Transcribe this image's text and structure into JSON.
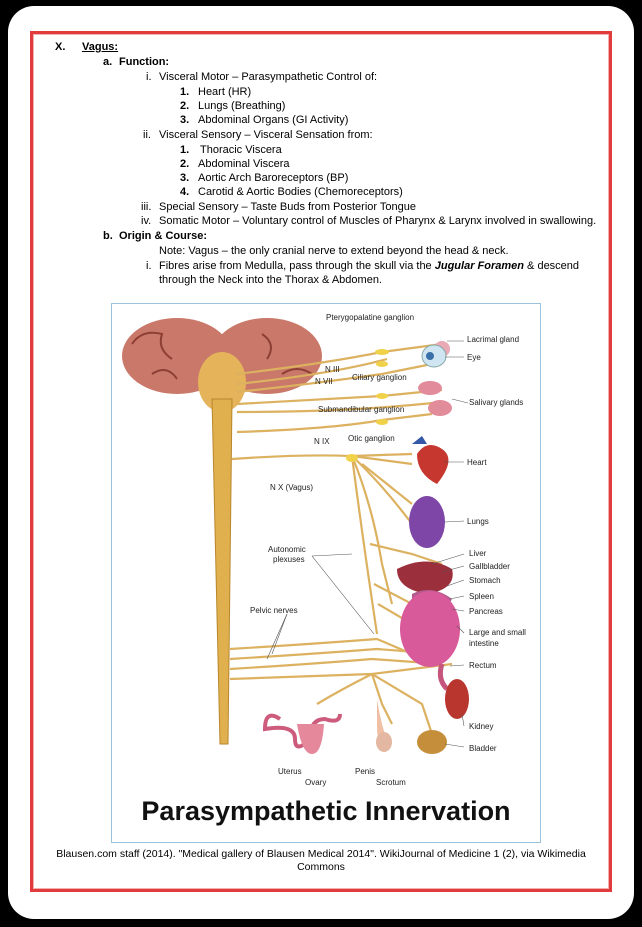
{
  "heading": {
    "num": "X.",
    "title": "Vagus:"
  },
  "function": {
    "label": "a.",
    "title": "Function:",
    "i": {
      "num": "i.",
      "text": "Visceral Motor – Parasympathetic Control of:",
      "items": [
        {
          "n": "1.",
          "t": "Heart (HR)"
        },
        {
          "n": "2.",
          "t": "Lungs (Breathing)"
        },
        {
          "n": "3.",
          "t": "Abdominal Organs (GI Activity)"
        }
      ]
    },
    "ii": {
      "num": "ii.",
      "text": "Visceral Sensory – Visceral Sensation from:",
      "items": [
        {
          "n": "1.",
          "t": "Thoracic Viscera"
        },
        {
          "n": "2.",
          "t": "Abdominal Viscera"
        },
        {
          "n": "3.",
          "t": "Aortic Arch Baroreceptors (BP)"
        },
        {
          "n": "4.",
          "t": "Carotid & Aortic Bodies (Chemoreceptors)"
        }
      ]
    },
    "iii": {
      "num": "iii.",
      "text": "Special Sensory – Taste Buds from Posterior Tongue"
    },
    "iv": {
      "num": "iv.",
      "text": "Somatic Motor – Voluntary control of Muscles of Pharynx & Larynx involved in swallowing."
    }
  },
  "origin": {
    "label": "b.",
    "title": "Origin & Course:",
    "note": "Note: Vagus – the only cranial nerve to extend beyond the head & neck.",
    "i": {
      "num": "i.",
      "pre": "Fibres arise from Medulla, pass through the skull via the ",
      "em": "Jugular Foramen",
      "post": " & descend",
      "line2": "through the Neck into the Thorax & Abdomen."
    }
  },
  "figure": {
    "title": "Parasympathetic Innervation",
    "labels": {
      "pterygopalatine": "Pterygopalatine ganglion",
      "lacrimal": "Lacrimal gland",
      "eye": "Eye",
      "n3": "N III",
      "n7": "N VII",
      "ciliary": "Ciliary ganglion",
      "salivary": "Salivary glands",
      "submandibular": "Submandibular ganglion",
      "n9": "N IX",
      "otic": "Otic ganglion",
      "heart": "Heart",
      "vagus": "N X (Vagus)",
      "lungs": "Lungs",
      "autonomic1": "Autonomic",
      "autonomic2": "plexuses",
      "liver": "Liver",
      "gallbladder": "Gallbladder",
      "stomach": "Stomach",
      "spleen": "Spleen",
      "pelvic": "Pelvic nerves",
      "pancreas": "Pancreas",
      "intestine1": "Large and small",
      "intestine2": "intestine",
      "rectum": "Rectum",
      "kidney": "Kidney",
      "bladder": "Bladder",
      "uterus": "Uterus",
      "penis": "Penis",
      "ovary": "Ovary",
      "scrotum": "Scrotum"
    }
  },
  "credit": "Blausen.com staff (2014). \"Medical gallery of Blausen Medical 2014\". WikiJournal of Medicine 1 (2), via Wikimedia Commons"
}
